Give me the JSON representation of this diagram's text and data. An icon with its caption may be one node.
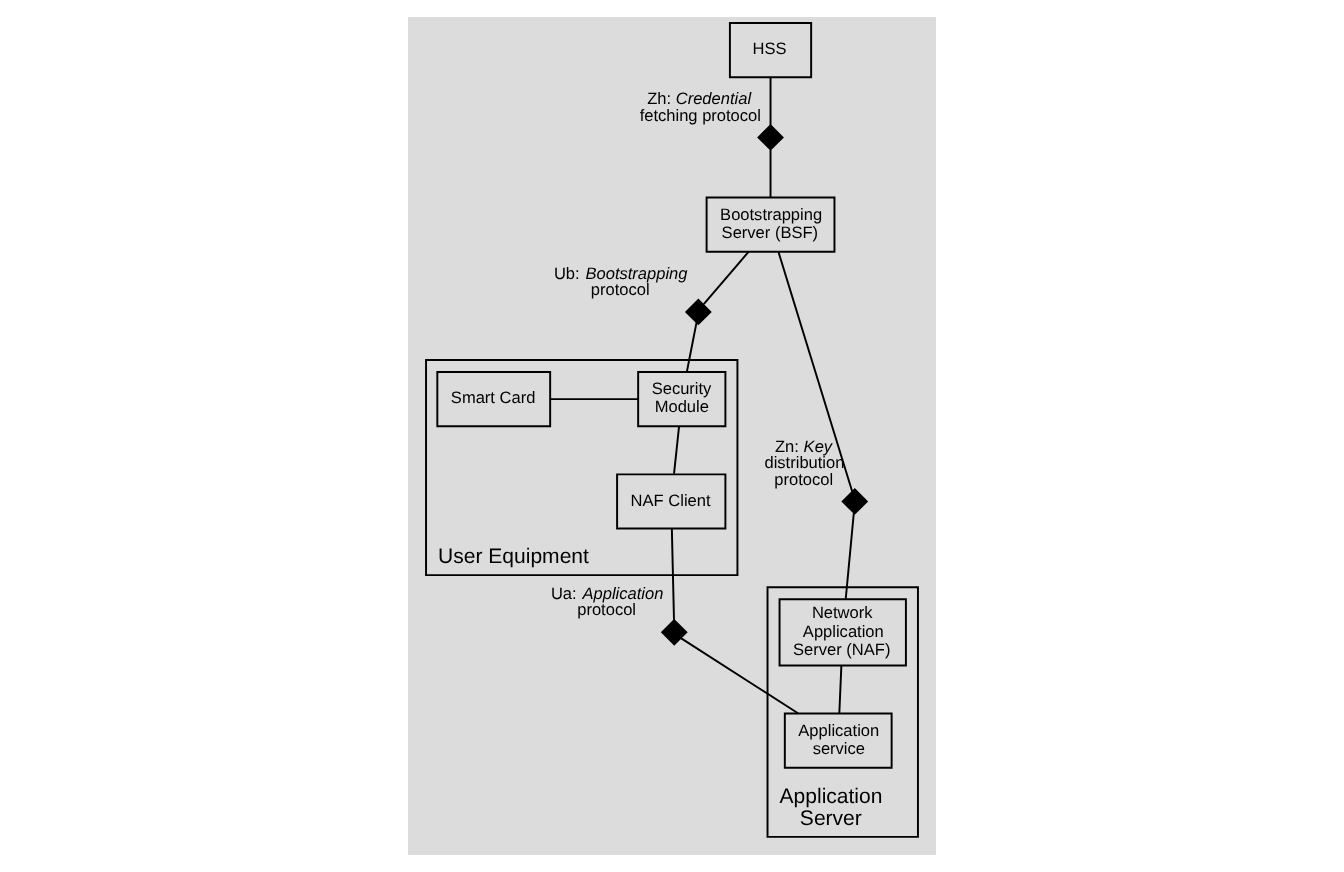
{
  "diagram": {
    "nodes": [
      {
        "text": [
          "HSS"
        ]
      },
      {
        "text": [],
        "shape": "diamond",
        "beside": [
          "Zh: *Credential fetching protocol*"
        ]
      },
      {
        "text": [
          "Bootstrapping Server (BSF)"
        ]
      },
      {
        "text": [],
        "shape": "diamond",
        "beside": [
          "Zn: *Key distribution protocol*"
        ]
      },
      {
        "text": [
          "Application Server"
        ]
      },
      {
        "text": [
          "Network Application Server (NAF)"
        ],
        "in": 4
      },
      {
        "text": [
          "Application service"
        ],
        "in": 4
      },
      {
        "text": [],
        "shape": "diamond",
        "beside": [
          "Ub: *Bootstrapping protocol*"
        ]
      },
      {
        "text": [
          "User Equipment"
        ]
      },
      {
        "text": [
          "Smart Card"
        ],
        "in": 8
      },
      {
        "text": [
          "Security Module"
        ],
        "in": 8
      },
      {
        "text": [
          "NAF Client"
        ],
        "in": 8
      },
      {
        "text": [],
        "shape": "diamond",
        "beside": [
          "Ua: *Application protocol*"
        ]
      }
    ],
    "edges": [
      {
        "from": 0,
        "to": 1,
        "arrow": "none"
      },
      {
        "from": 1,
        "to": 2,
        "arrow": "none"
      },
      {
        "from": 2,
        "to": 3,
        "arrow": "none"
      },
      {
        "from": 3,
        "to": 5,
        "arrow": "none"
      },
      {
        "from": 5,
        "to": 6,
        "arrow": "none"
      },
      {
        "from": 2,
        "to": 7,
        "arrow": "none"
      },
      {
        "from": 7,
        "to": 10,
        "arrow": "none"
      },
      {
        "from": 10,
        "to": 9,
        "arrow": "none"
      },
      {
        "from": 10,
        "to": 11,
        "arrow": "none"
      },
      {
        "from": 11,
        "to": 12,
        "arrow": "none"
      },
      {
        "from": 12,
        "to": 6,
        "arrow": "none"
      }
    ]
  }
}
